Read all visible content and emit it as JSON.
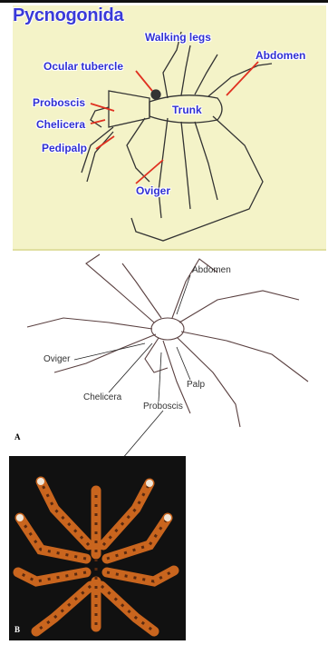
{
  "top_panel": {
    "title": "Pycnogonida",
    "labels": {
      "walking_legs": "Walking legs",
      "abdomen": "Abdomen",
      "ocular_tubercle": "Ocular tubercle",
      "proboscis": "Proboscis",
      "chelicera": "Chelicera",
      "pedipalp": "Pedipalp",
      "trunk": "Trunk",
      "oviger": "Oviger"
    },
    "colors": {
      "background": "#f4f3c8",
      "label": "#2f2fd3",
      "pointer": "#e03020"
    }
  },
  "middle_panel": {
    "panel_letter": "A",
    "labels": {
      "abdomen": "Abdomen",
      "oviger": "Oviger",
      "palp": "Palp",
      "chelicera": "Chelicera",
      "proboscis": "Proboscis"
    }
  },
  "bottom_panel": {
    "panel_letter": "B",
    "colors": {
      "background": "#111111",
      "body": "#c9651e",
      "band": "#5a2a10",
      "highlight": "#f0e6d8"
    }
  }
}
